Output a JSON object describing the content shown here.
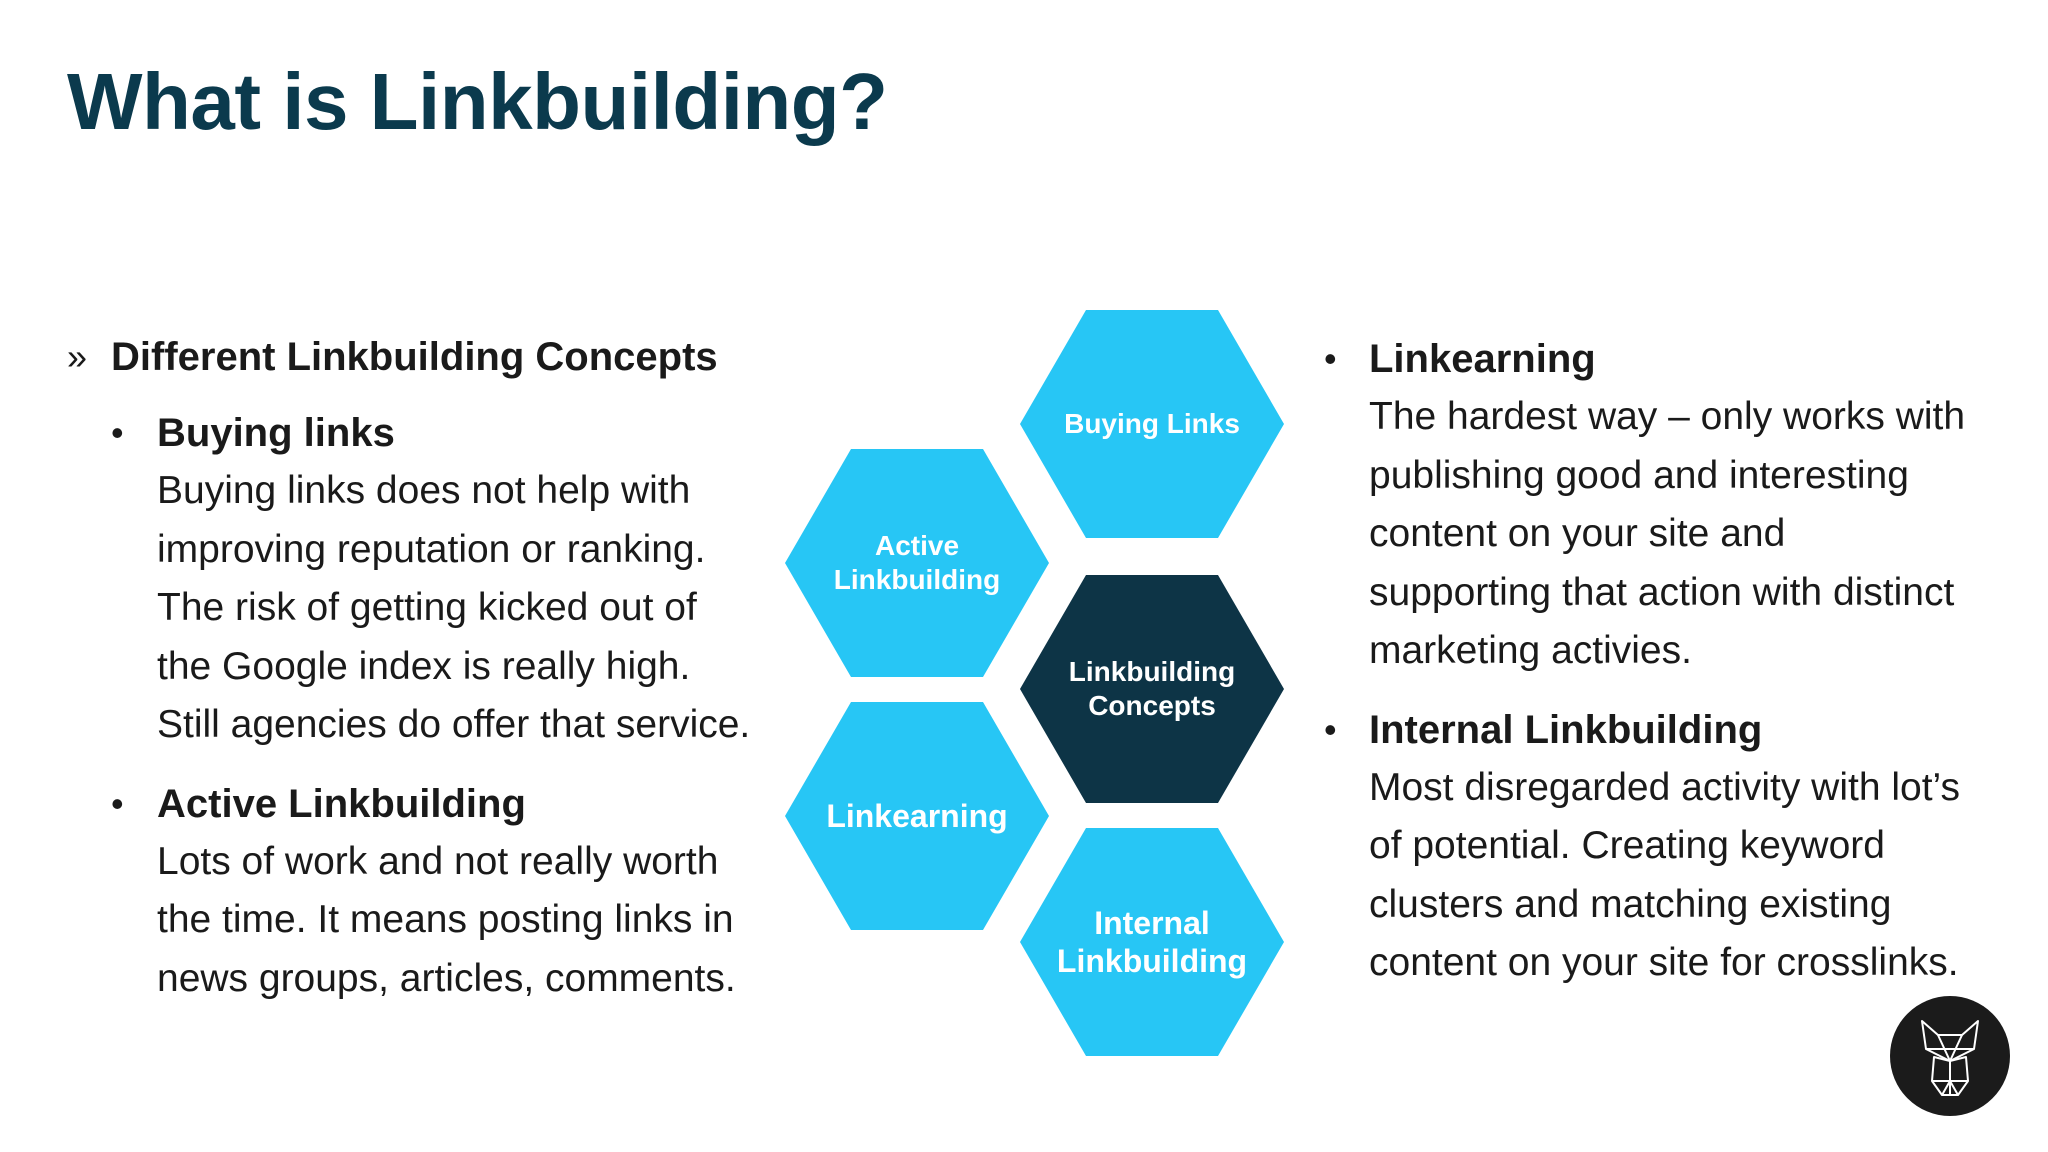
{
  "slide": {
    "title": "What is Linkbuilding?",
    "left": {
      "marker": "»",
      "heading": "Different Linkbuilding Concepts",
      "bullets": [
        {
          "title": "Buying links",
          "lines": [
            "Buying links does not help with",
            "improving reputation or ranking.",
            "The risk of getting kicked out of",
            "the Google index is really high.",
            "Still agencies do offer that service."
          ]
        },
        {
          "title": "Active Linkbuilding",
          "lines": [
            "Lots of work and not really worth",
            "the time. It means posting links in",
            "news groups, articles, comments."
          ]
        }
      ]
    },
    "right": {
      "bullets": [
        {
          "title": "Linkearning",
          "lines": [
            "The hardest way – only works with",
            "publishing good and interesting",
            "content on your site and",
            "supporting that action with distinct",
            "marketing activies."
          ]
        },
        {
          "title": "Internal Linkbuilding",
          "lines": [
            "Most disregarded activity with lot’s",
            "of potential. Creating keyword",
            "clusters and matching existing",
            "content on your site for crosslinks."
          ]
        }
      ]
    },
    "hexagons": {
      "buying": [
        "Buying Links"
      ],
      "active": [
        "Active",
        "Linkbuilding"
      ],
      "center": [
        "Linkbuilding",
        "Concepts"
      ],
      "linkearning": [
        "Linkearning"
      ],
      "internal": [
        "Internal",
        "Linkbuilding"
      ]
    },
    "logo": {
      "icon": "fox-logo-icon"
    },
    "colors": {
      "title": "#0b3a4d",
      "hex_light": "#27c6f5",
      "hex_dark": "#0d3446",
      "logo_bg": "#1b1b1b"
    }
  }
}
